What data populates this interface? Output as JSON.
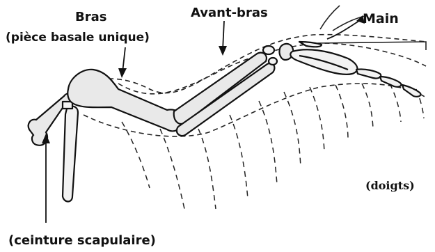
{
  "labels": {
    "bras": "Bras",
    "bras_sub": "(pièce basale unique)",
    "avant_bras": "Avant-bras",
    "main": "Main",
    "doigts": "(doigts)",
    "ceinture": "(ceinture scapulaire)"
  },
  "colors": {
    "ink": "#111111",
    "bone_fill": "#f2f2f2",
    "background": "#ffffff"
  }
}
